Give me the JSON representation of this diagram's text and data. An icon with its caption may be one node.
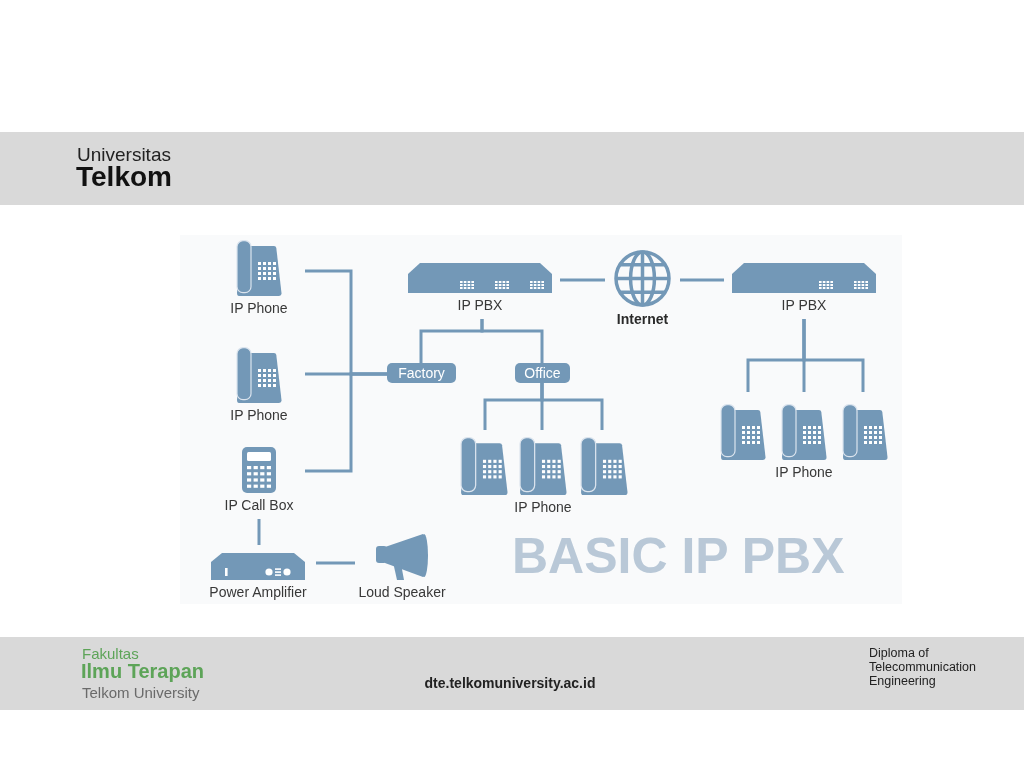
{
  "diagram": {
    "title": "BASIC IP PBX",
    "nodes": [
      {
        "text": [
          "IP Phone"
        ]
      },
      {
        "text": [
          "IP PBX"
        ]
      },
      {
        "text": [
          "Internet"
        ]
      },
      {
        "text": [
          "IP PBX"
        ]
      },
      {
        "text": [
          "IP Phone"
        ]
      },
      {
        "text": [
          "Factory"
        ]
      },
      {
        "text": [
          "Office"
        ]
      },
      {
        "text": [],
        "shape": "picture"
      },
      {
        "text": [
          "IP Phone"
        ]
      },
      {
        "text": [],
        "shape": "picture"
      },
      {
        "text": [],
        "shape": "picture"
      },
      {
        "text": [
          "IP Phone"
        ]
      },
      {
        "text": [],
        "shape": "picture"
      },
      {
        "text": [
          "IP Call Box"
        ]
      },
      {
        "text": [
          "Power Amplifier"
        ]
      },
      {
        "text": [
          "Loud Speaker"
        ]
      }
    ],
    "edges": [
      {
        "from": 0,
        "to": 5,
        "arrow": "none"
      },
      {
        "from": 4,
        "to": 5,
        "arrow": "none"
      },
      {
        "from": 13,
        "to": 5,
        "arrow": "none"
      },
      {
        "from": 1,
        "to": 5,
        "arrow": "none"
      },
      {
        "from": 1,
        "to": 6,
        "arrow": "none"
      },
      {
        "from": 1,
        "to": 2,
        "arrow": "none"
      },
      {
        "from": 2,
        "to": 3,
        "arrow": "none"
      },
      {
        "from": 6,
        "to": 10,
        "arrow": "none"
      },
      {
        "from": 6,
        "to": 11,
        "arrow": "none"
      },
      {
        "from": 6,
        "to": 12,
        "arrow": "none"
      },
      {
        "from": 3,
        "to": 7,
        "arrow": "none"
      },
      {
        "from": 3,
        "to": 8,
        "arrow": "none"
      },
      {
        "from": 3,
        "to": 9,
        "arrow": "none"
      },
      {
        "from": 13,
        "to": 14,
        "arrow": "none"
      },
      {
        "from": 14,
        "to": 15,
        "arrow": "none"
      }
    ],
    "labels": [
      "Universitas",
      "Telkom",
      "Fakultas",
      "Ilmu Terapan",
      "Telkom University",
      "dte.telkomuniversity.ac.id",
      "Diploma of Telecommunication Engineering"
    ]
  }
}
